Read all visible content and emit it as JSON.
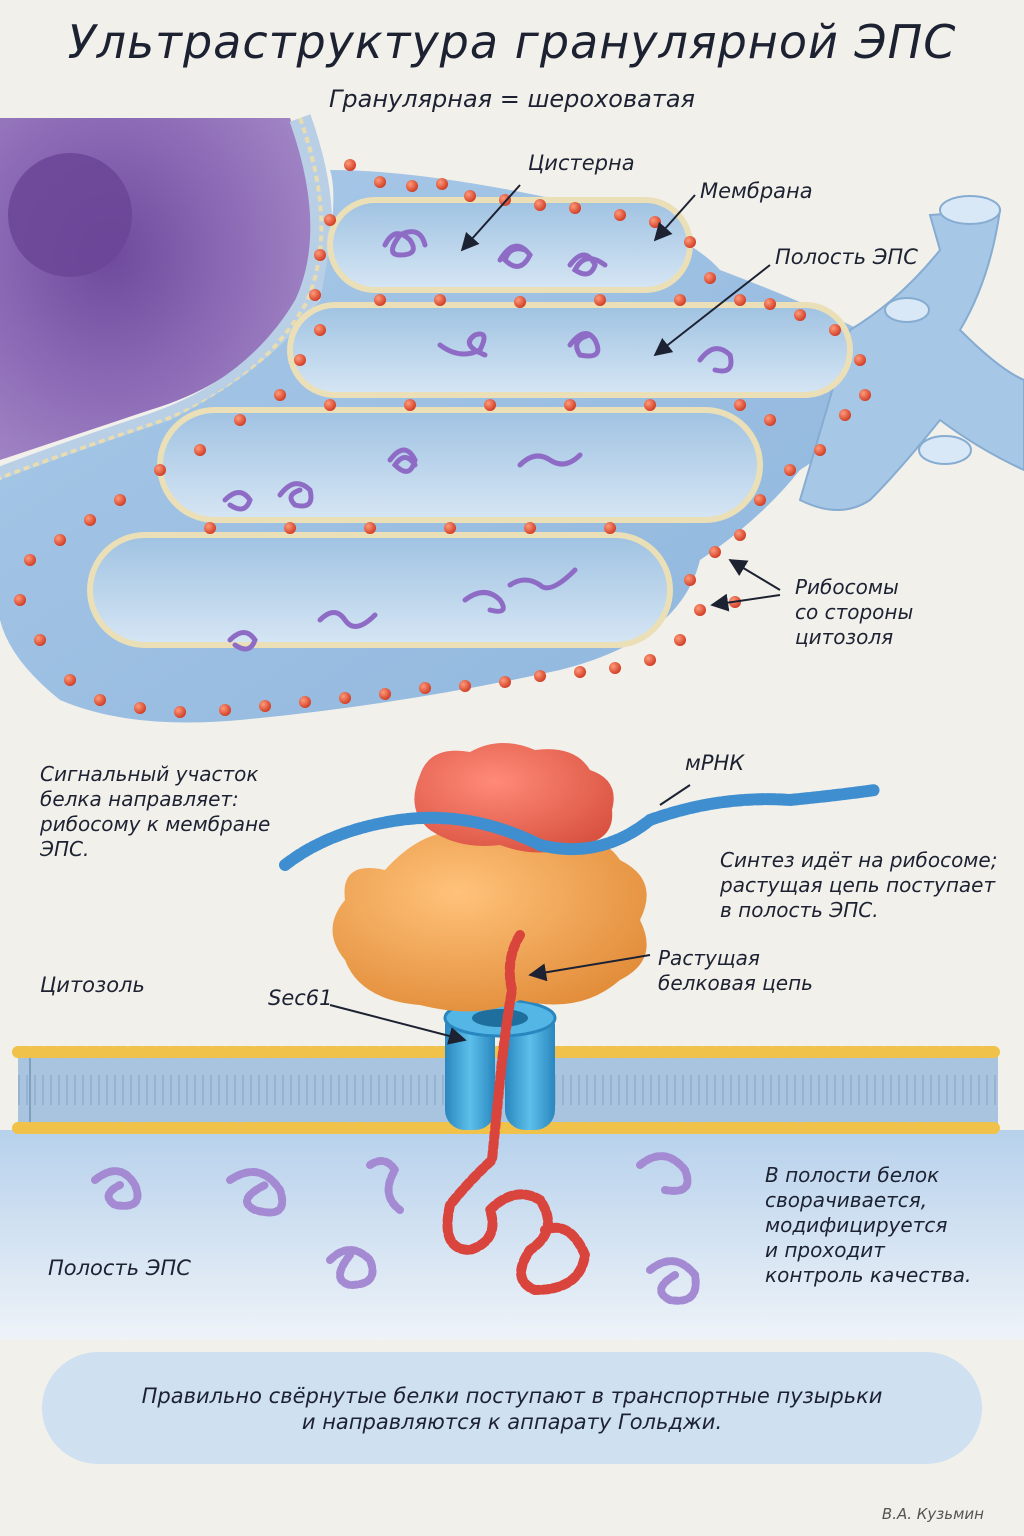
{
  "title": "Ультраструктура гранулярной ЭПС",
  "subtitle": "Гранулярная = шероховатая",
  "labels": {
    "cisterna": "Цистерна",
    "membrane": "Мембрана",
    "er_cavity_top": "Полость ЭПС",
    "ribosomes": "Рибосомы\nсо стороны\nцитозоля",
    "mrna": "мРНК",
    "sec61": "Sec61",
    "growing_chain": "Растущая\nбелковая цепь",
    "cytosol": "Цитозоль",
    "er_cavity_bottom": "Полость ЭПС"
  },
  "notes": {
    "signal": "Сигнальный участок\nбелка направляет:\nрибосому к мембране\nЭПС.",
    "synthesis": "Синтез идёт на рибосоме;\nрастущая цепь поступает\nв полость ЭПС.",
    "folding": "В полости белок\nсворачивается,\nмодифицируется\nи проходит\nконтроль качества."
  },
  "footer": "Правильно свёрнутые белки поступают в транспортные пузырьки\nи направляются к аппарату Гольджи.",
  "author": "В.А. Кузьмин",
  "colors": {
    "nucleus": "#8a68b4",
    "er_membrane": "#9cc3e6",
    "lumen": "#c9dff2",
    "ribosome_dot": "#e04a2e",
    "ribosome_large": "#f2a24a",
    "ribosome_small": "#ea6552",
    "sec61": "#3aa6d8",
    "mrna": "#3f8fd0",
    "peptide": "#d9443d",
    "lipid_head": "#f0c24a",
    "folded_protein": "#a48ad2"
  }
}
